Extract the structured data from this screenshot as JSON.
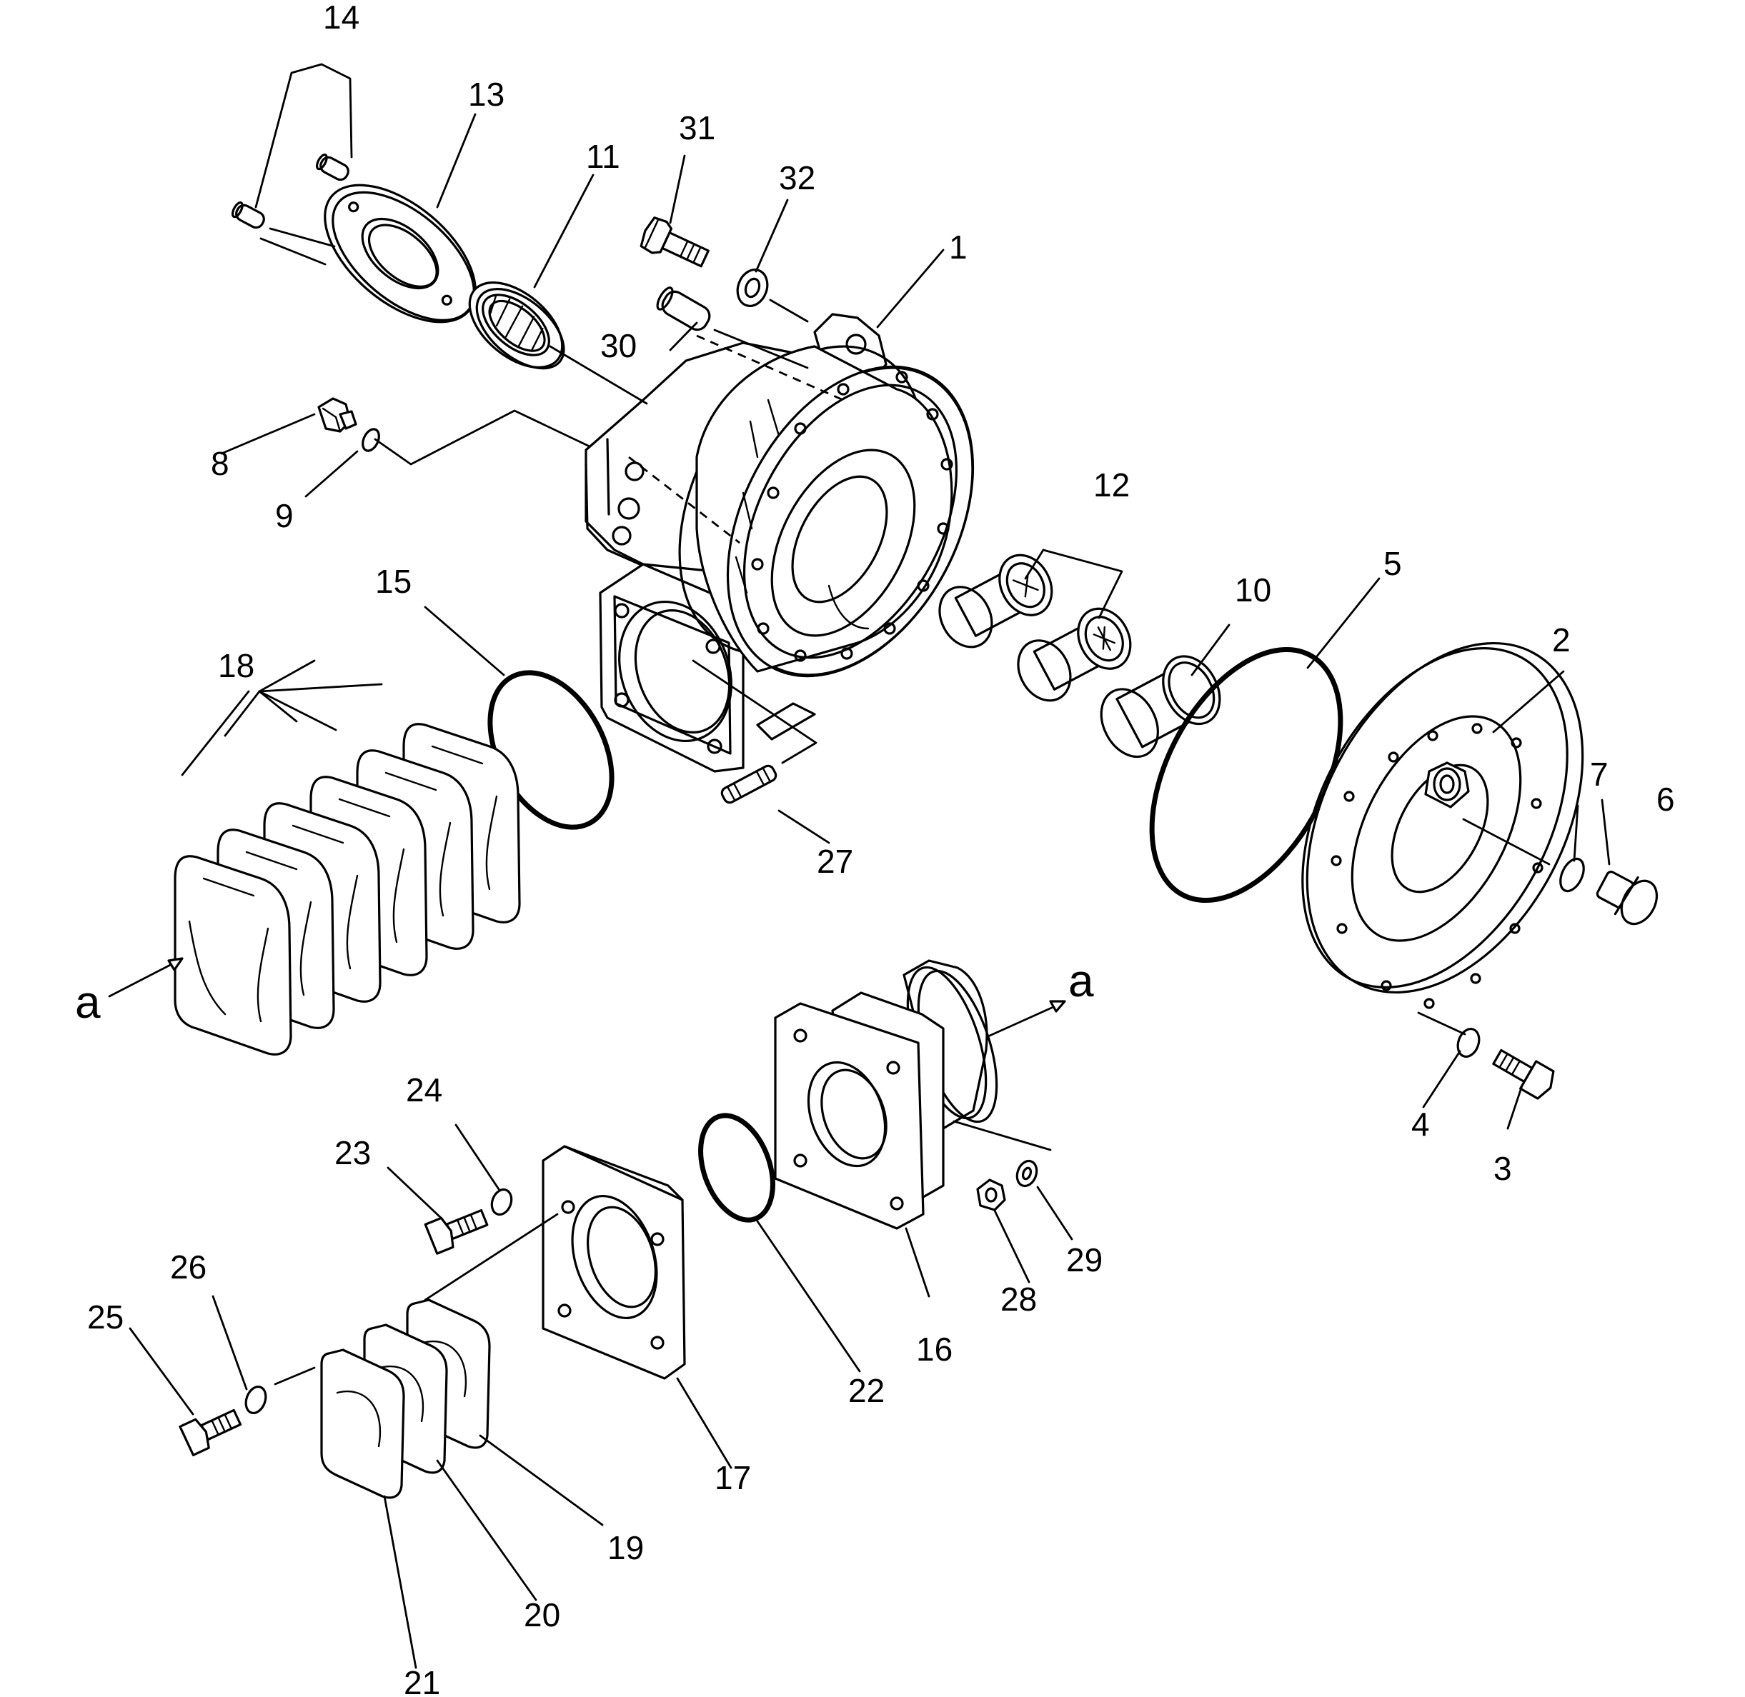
{
  "callouts": [
    {
      "id": "1",
      "text": "1"
    },
    {
      "id": "2",
      "text": "2"
    },
    {
      "id": "3",
      "text": "3"
    },
    {
      "id": "4",
      "text": "4"
    },
    {
      "id": "5",
      "text": "5"
    },
    {
      "id": "6",
      "text": "6"
    },
    {
      "id": "7",
      "text": "7"
    },
    {
      "id": "8",
      "text": "8"
    },
    {
      "id": "9",
      "text": "9"
    },
    {
      "id": "10",
      "text": "10"
    },
    {
      "id": "11",
      "text": "11"
    },
    {
      "id": "12",
      "text": "12"
    },
    {
      "id": "13",
      "text": "13"
    },
    {
      "id": "14",
      "text": "14"
    },
    {
      "id": "15",
      "text": "15"
    },
    {
      "id": "16",
      "text": "16"
    },
    {
      "id": "17",
      "text": "17"
    },
    {
      "id": "18",
      "text": "18"
    },
    {
      "id": "19",
      "text": "19"
    },
    {
      "id": "20",
      "text": "20"
    },
    {
      "id": "21",
      "text": "21"
    },
    {
      "id": "22",
      "text": "22"
    },
    {
      "id": "23",
      "text": "23"
    },
    {
      "id": "24",
      "text": "24"
    },
    {
      "id": "25",
      "text": "25"
    },
    {
      "id": "26",
      "text": "26"
    },
    {
      "id": "27",
      "text": "27"
    },
    {
      "id": "28",
      "text": "28"
    },
    {
      "id": "29",
      "text": "29"
    },
    {
      "id": "30",
      "text": "30"
    },
    {
      "id": "31",
      "text": "31"
    },
    {
      "id": "32",
      "text": "32"
    }
  ],
  "connection_marks": [
    {
      "id": "a-left",
      "text": "a"
    },
    {
      "id": "a-right",
      "text": "a"
    }
  ]
}
